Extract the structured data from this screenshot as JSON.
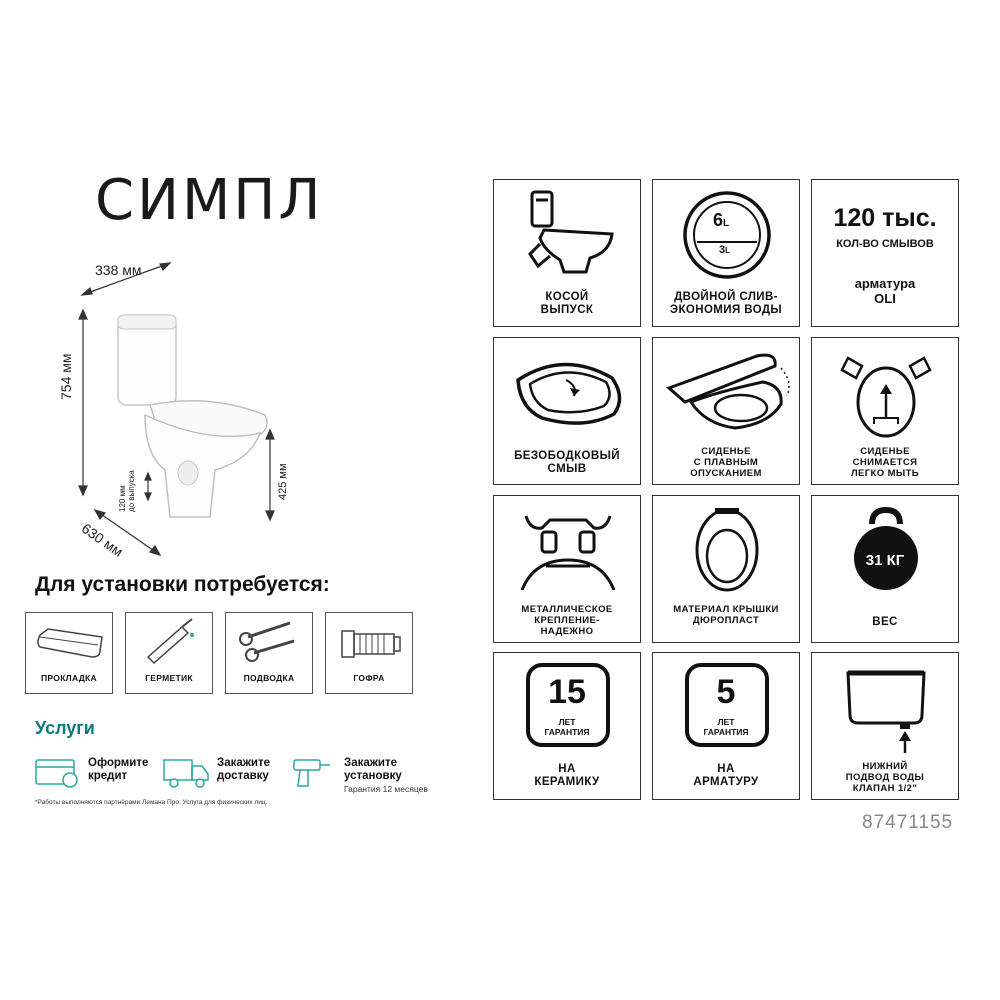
{
  "product": {
    "title": "СИМПЛ",
    "article": "87471155"
  },
  "dimensions": {
    "width": "338 мм",
    "height": "754 мм",
    "depth": "630 мм",
    "outlet_height": "425 мм",
    "outlet_line1": "120 мм",
    "outlet_line2": "до выпуска"
  },
  "features": [
    {
      "icon": "oblique-outlet-icon",
      "label1": "КОСОЙ",
      "label2": "ВЫПУСК",
      "label3": ""
    },
    {
      "icon": "dual-flush-icon",
      "label1": "ДВОЙНОЙ СЛИВ-",
      "label2": "ЭКОНОМИЯ ВОДЫ",
      "label3": "",
      "big": "6",
      "big_sub": "L",
      "small": "3",
      "small_sub": "L"
    },
    {
      "icon": "flush-count-icon",
      "head": "120 тыс.",
      "label1": "КОЛ-ВО СМЫВОВ",
      "label2": "арматура",
      "label3": "OLI"
    },
    {
      "icon": "rimless-icon",
      "label1": "БЕЗОБОДКОВЫЙ",
      "label2": "СМЫВ",
      "label3": ""
    },
    {
      "icon": "soft-close-seat-icon",
      "label1": "СИДЕНЬЕ",
      "label2": "С ПЛАВНЫМ",
      "label3": "ОПУСКАНИЕМ"
    },
    {
      "icon": "removable-seat-icon",
      "label1": "СИДЕНЬЕ",
      "label2": "СНИМАЕТСЯ",
      "label3": "ЛЕГКО МЫТЬ"
    },
    {
      "icon": "metal-mount-icon",
      "label1": "МЕТАЛЛИЧЕСКОЕ",
      "label2": "КРЕПЛЕНИЕ-",
      "label3": "НАДЕЖНО"
    },
    {
      "icon": "seat-material-icon",
      "label1": "МАТЕРИАЛ КРЫШКИ",
      "label2": "ДЮРОПЛАСТ",
      "label3": ""
    },
    {
      "icon": "weight-icon",
      "label1": "ВЕС",
      "label2": "",
      "label3": "",
      "weight": "31 КГ"
    },
    {
      "icon": "warranty-15-icon",
      "num": "15",
      "sub1": "ЛЕТ",
      "sub2": "ГАРАНТИЯ",
      "label1": "НА",
      "label2": "КЕРАМИКУ",
      "label3": ""
    },
    {
      "icon": "warranty-5-icon",
      "num": "5",
      "sub1": "ЛЕТ",
      "sub2": "ГАРАНТИЯ",
      "label1": "НА",
      "label2": "АРМАТУРУ",
      "label3": ""
    },
    {
      "icon": "bottom-inlet-icon",
      "label1": "НИЖНИЙ",
      "label2": "ПОДВОД ВОДЫ",
      "label3": "КЛАПАН 1/2\""
    }
  ],
  "requirements": {
    "title": "Для установки потребуется:",
    "items": [
      {
        "icon": "gasket-icon",
        "label": "ПРОКЛАДКА"
      },
      {
        "icon": "sealant-icon",
        "label": "ГЕРМЕТИК"
      },
      {
        "icon": "hose-icon",
        "label": "ПОДВОДКА"
      },
      {
        "icon": "corrugated-pipe-icon",
        "label": "ГОФРА"
      }
    ]
  },
  "services": {
    "title": "Услуги",
    "items": [
      {
        "icon": "credit-card-icon",
        "line1": "Оформите",
        "line2": "кредит",
        "sub": ""
      },
      {
        "icon": "delivery-truck-icon",
        "line1": "Закажите",
        "line2": "доставку",
        "sub": ""
      },
      {
        "icon": "installation-drill-icon",
        "line1": "Закажите",
        "line2": "установку",
        "sub": "Гарантия 12 месяцев"
      }
    ],
    "footnote": "*Работы выполняются партнёрами Лемана Про. Услуга для физических лиц."
  },
  "colors": {
    "accent": "#0b7a78",
    "service_icon": "#2aa7a5"
  }
}
